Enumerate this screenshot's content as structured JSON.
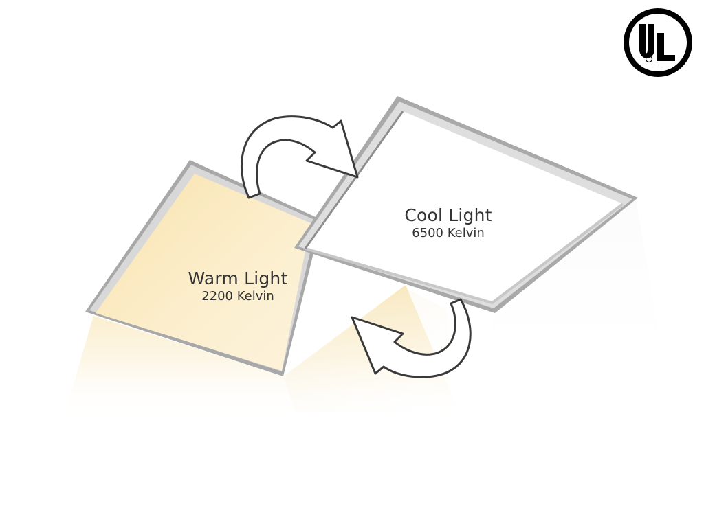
{
  "warm_panel": {
    "title": "Warm Light",
    "temperature": "2200 Kelvin",
    "color": "#fbecc4"
  },
  "cool_panel": {
    "title": "Cool Light",
    "temperature": "6500 Kelvin",
    "color": "#ffffff"
  },
  "certification": {
    "logo": "UL",
    "mark": "®"
  },
  "icons": {
    "swap_top": "curved-arrow-icon",
    "swap_bottom": "curved-arrow-icon"
  }
}
